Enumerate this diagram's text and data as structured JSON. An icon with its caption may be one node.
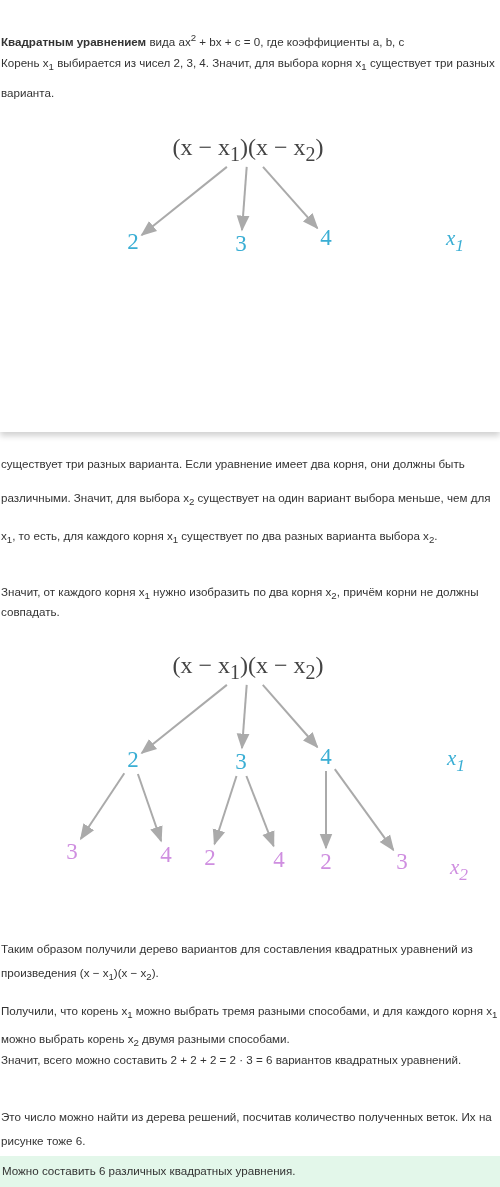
{
  "diagram": {
    "nodes": [
      {
        "text": [
          "(x − x$_{1}$)(x − x$_{2}$)"
        ]
      },
      {
        "text": [
          "2"
        ]
      },
      {
        "text": [
          "3"
        ]
      },
      {
        "text": [
          "4"
        ]
      },
      {
        "text": [
          "(x − x$_{1}$)(x − x$_{2}$)"
        ]
      },
      {
        "text": [
          "2"
        ]
      },
      {
        "text": [
          "3"
        ]
      },
      {
        "text": [
          "4"
        ]
      },
      {
        "text": [
          "3"
        ]
      },
      {
        "text": [
          "4"
        ]
      },
      {
        "text": [
          "2"
        ]
      },
      {
        "text": [
          "4"
        ]
      },
      {
        "text": [
          "2"
        ]
      },
      {
        "text": [
          "3"
        ]
      }
    ],
    "edges": [
      {
        "from": 0,
        "to": 1,
        "arrow": "to"
      },
      {
        "from": 0,
        "to": 2,
        "arrow": "to"
      },
      {
        "from": 0,
        "to": 3,
        "arrow": "to"
      },
      {
        "from": 4,
        "to": 5,
        "arrow": "to"
      },
      {
        "from": 4,
        "to": 6,
        "arrow": "to"
      },
      {
        "from": 4,
        "to": 7,
        "arrow": "to"
      },
      {
        "from": 5,
        "to": 8,
        "arrow": "to"
      },
      {
        "from": 5,
        "to": 9,
        "arrow": "to"
      },
      {
        "from": 6,
        "to": 10,
        "arrow": "to"
      },
      {
        "from": 6,
        "to": 11,
        "arrow": "to"
      },
      {
        "from": 7,
        "to": 12,
        "arrow": "to"
      },
      {
        "from": 7,
        "to": 13,
        "arrow": "to"
      }
    ],
    "labels": [
      "**Квадратным уравнением** вида ax$^{2}$ + bx + c = 0, где коэффициенты a, b, c",
      "Корень x$_{1}$ выбирается из чисел 2, 3, 4. Значит, для выбора корня x$_{1}$ существует три разных варианта.",
      "x$_{1}$",
      "существует три разных варианта. Если уравнение имеет два корня, они должны быть различными. Значит, для выбора x$_{2}$ существует на один вариант выбора меньше, чем для x$_{1}$, то есть, для каждого корня x$_{1}$ существует по два разных варианта выбора x$_{2}$.",
      "Значит, от каждого корня x$_{1}$ нужно изобразить по два корня x$_{2}$, причём корни не должны совпадать.",
      "x$_{1}$",
      "x$_{2}$",
      "Таким образом получили дерево вариантов для составления квадратных уравнений из произведения (x − x$_{1}$)(x − x$_{2}$).",
      "Получили, что корень x$_{1}$ можно выбрать тремя разными способами, и для каждого корня x$_{1}$ можно выбрать корень x$_{2}$ двумя разными способами.",
      "Значит, всего можно составить 2 + 2 + 2 = 2 · 3 = 6 вариантов квадратных уравнений.",
      "Это число можно найти из дерева решений, посчитав количество полученных веток. Их на рисунке тоже 6.",
      "Можно составить 6 различных квадратных уравнения."
    ]
  }
}
